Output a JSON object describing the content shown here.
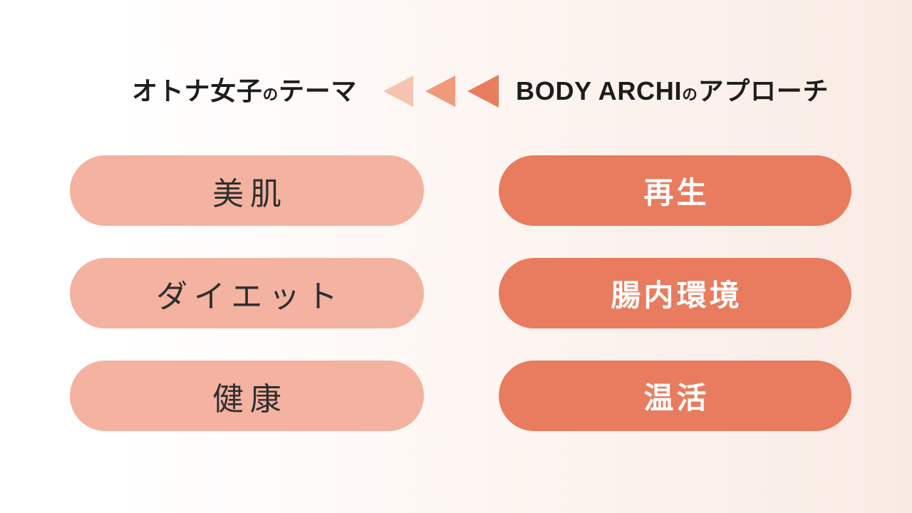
{
  "slide": {
    "header": {
      "left_title": {
        "main": "オトナ女子",
        "particle": "の",
        "suffix": "テーマ"
      },
      "right_title": {
        "main": "BODY ARCHI",
        "particle": "の",
        "suffix": "アプローチ"
      },
      "arrows": [
        {
          "name": "arrow-light",
          "color": "#f6c3b0"
        },
        {
          "name": "arrow-medium",
          "color": "#f09a7b"
        },
        {
          "name": "arrow-dark",
          "color": "#e87d5e"
        }
      ]
    },
    "themes": [
      "美肌",
      "ダイエット",
      "健康"
    ],
    "approaches": [
      "再生",
      "腸内環境",
      "温活"
    ],
    "colors": {
      "background_start": "#ffffff",
      "background_end": "#f9ebe4",
      "theme_pill": "#f4b2a0",
      "approach_pill": "#e97b5e",
      "title_text": "#1d1d1d",
      "theme_text": "#2f2f2f",
      "approach_text": "#ffffff"
    }
  }
}
